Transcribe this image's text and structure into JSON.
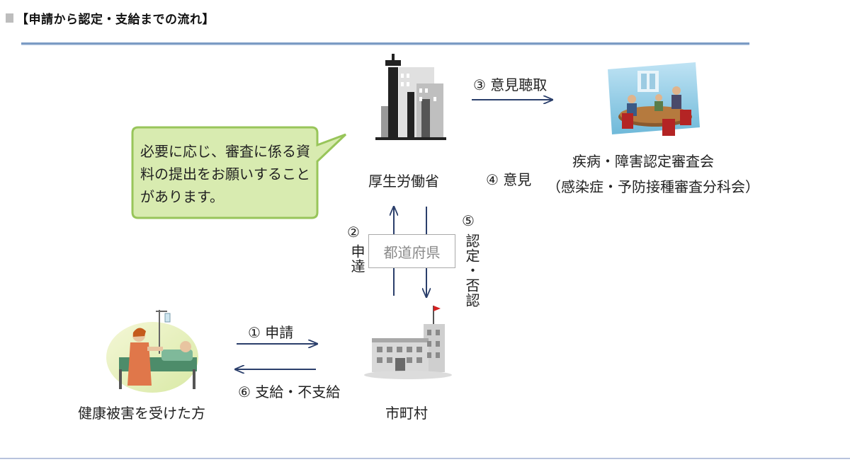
{
  "heading": "【申請から認定・支給までの流れ】",
  "nodes": {
    "mhlw": "厚生労働省",
    "council_line1": "疾病・障害認定審査会",
    "council_line2": "（感染症・予防接種審査分科会）",
    "victim": "健康被害を受けた方",
    "municipality": "市町村",
    "prefecture": "都道府県"
  },
  "steps": {
    "s1": "① 申請",
    "s2_num": "②",
    "s2_text": "申達",
    "s3": "③ 意見聴取",
    "s4": "④ 意見",
    "s5_num": "⑤",
    "s5_text": "認定・否認",
    "s6": "⑥ 支給・不支給"
  },
  "bubble": {
    "line1": "必要に応じ、審査に係る資",
    "line2": "料の提出をお願いすること",
    "line3": "があります。"
  },
  "colors": {
    "arrow": "#2b3f6b",
    "rule": "#7b9bc4",
    "bubble_fill": "#d8ebb0",
    "bubble_border": "#98c55a"
  }
}
